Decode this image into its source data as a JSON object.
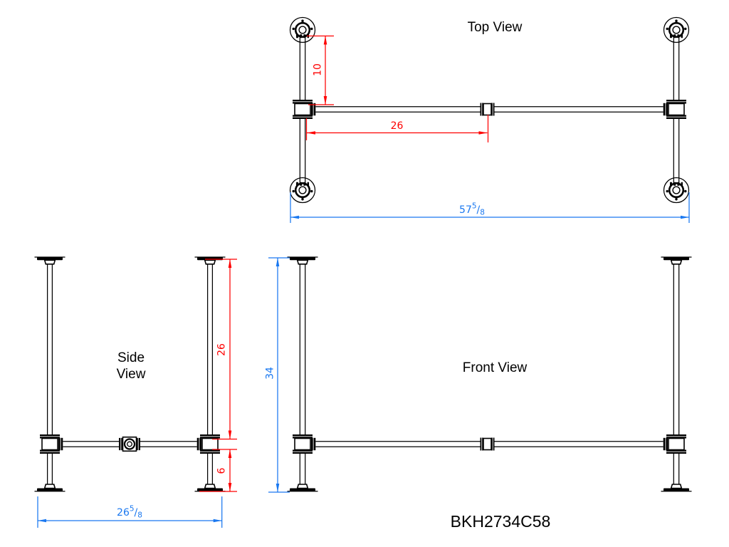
{
  "part_number": "BKH2734C58",
  "labels": {
    "top": "Top View",
    "side_line1": "Side",
    "side_line2": "View",
    "front": "Front View"
  },
  "dims": {
    "top_flange_to_crossbar": "10",
    "top_crossbar_half_span": "26",
    "top_overall_width": {
      "whole": "57",
      "num": "5",
      "slash": "/",
      "den": "8"
    },
    "side_upper_height": "26",
    "side_lower_clearance": "6",
    "side_overall_depth": {
      "whole": "26",
      "num": "5",
      "slash": "/",
      "den": "8"
    },
    "front_overall_height": "34"
  },
  "colors": {
    "geometry": "#000000",
    "red_dimension": "#fe0000",
    "blue_dimension": "#1a78f0",
    "background": "#ffffff"
  }
}
